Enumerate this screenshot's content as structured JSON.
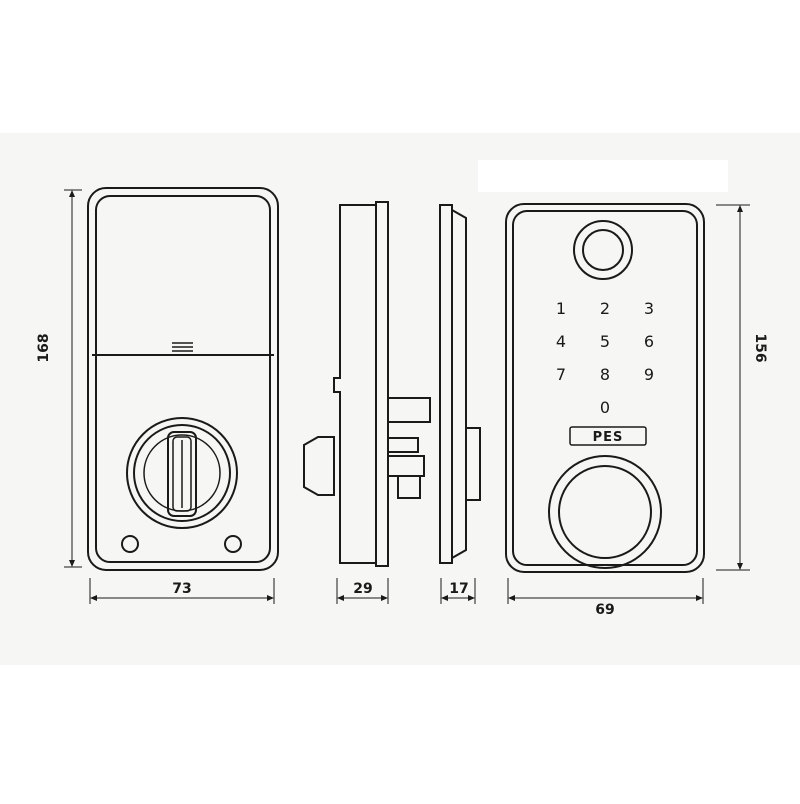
{
  "colors": {
    "line": "#1a1a1a",
    "paper": "#f6f6f4",
    "page": "#ffffff"
  },
  "dimensions": {
    "back_height": "168",
    "back_width": "73",
    "side_depth_body": "29",
    "side_depth_front": "17",
    "front_width": "69",
    "front_height": "156"
  },
  "keypad": {
    "keys": [
      "1",
      "2",
      "3",
      "4",
      "5",
      "6",
      "7",
      "8",
      "9",
      "0"
    ]
  },
  "brand_label": "PES",
  "icons": [
    "fingerprint-sensor-icon",
    "thumbturn-icon",
    "key-cylinder-icon",
    "battery-slot-icon"
  ]
}
